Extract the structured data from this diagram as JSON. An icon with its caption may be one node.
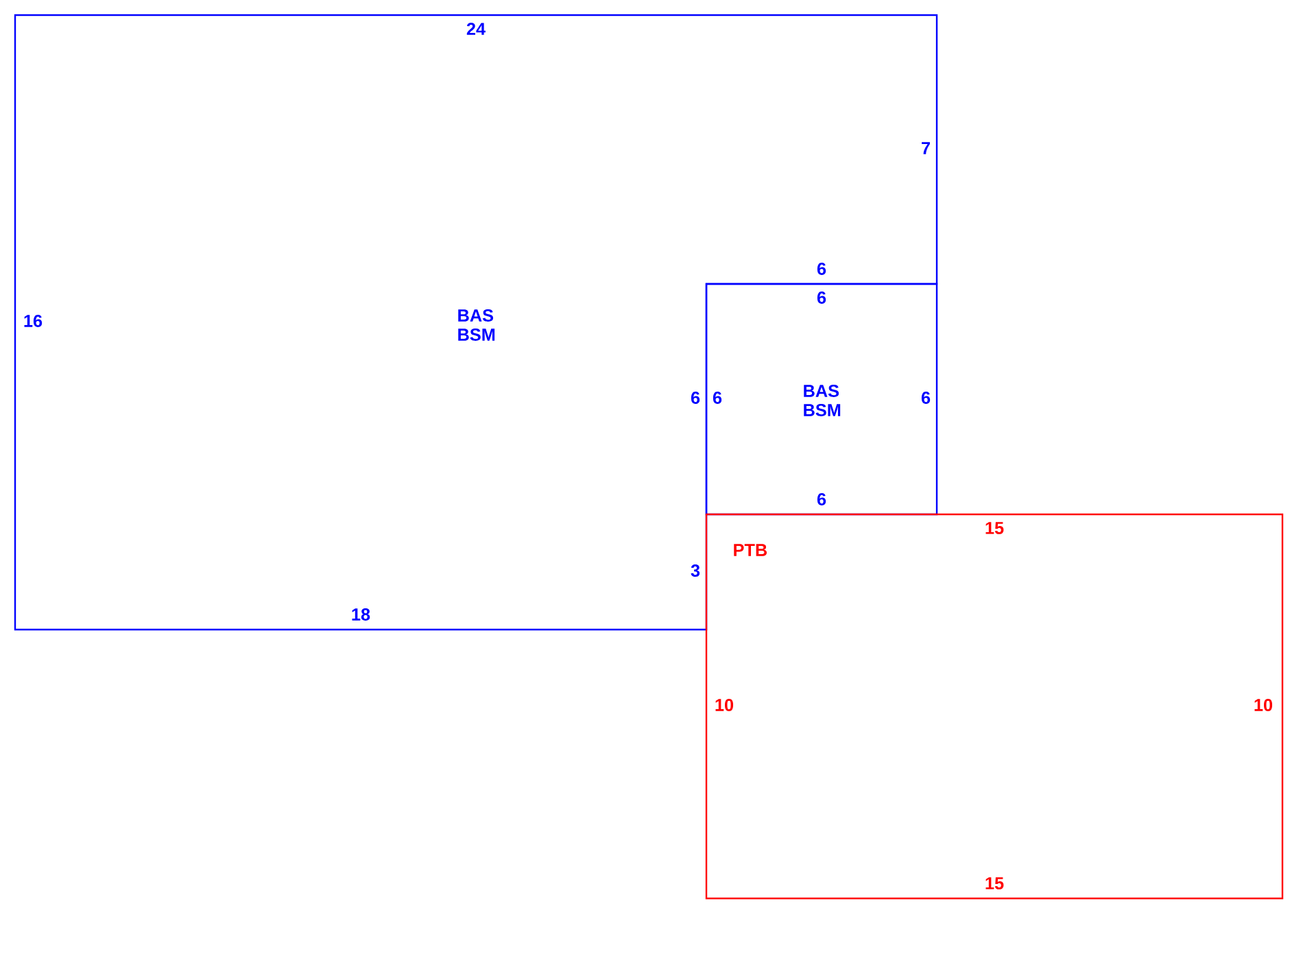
{
  "diagram": {
    "nodes": [
      {
        "text": [
          "24",
          "7",
          "6",
          "16",
          "BAS BSM",
          "6",
          "3",
          "18"
        ]
      },
      {
        "text": [
          "6",
          "6",
          "BAS BSM",
          "6",
          "6"
        ]
      },
      {
        "text": [
          "15",
          "PTB",
          "10",
          "10",
          "15"
        ]
      }
    ]
  }
}
